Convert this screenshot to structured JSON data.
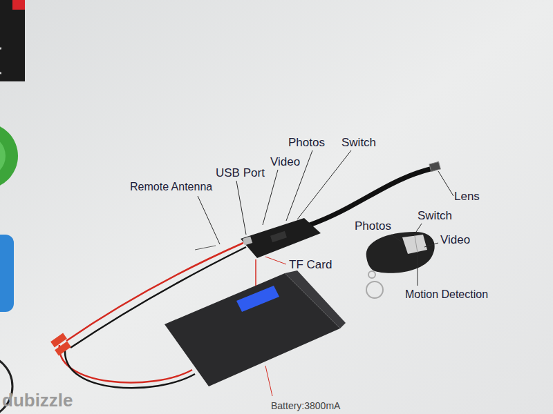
{
  "diagram": {
    "labels": [
      "Photos",
      "Switch",
      "Video",
      "USB Port",
      "Remote Antenna",
      "Lens",
      "Switch",
      "Photos",
      "Video",
      "TF Card",
      "Motion Detection",
      "Battery:3800mA",
      "dubizzle"
    ]
  }
}
